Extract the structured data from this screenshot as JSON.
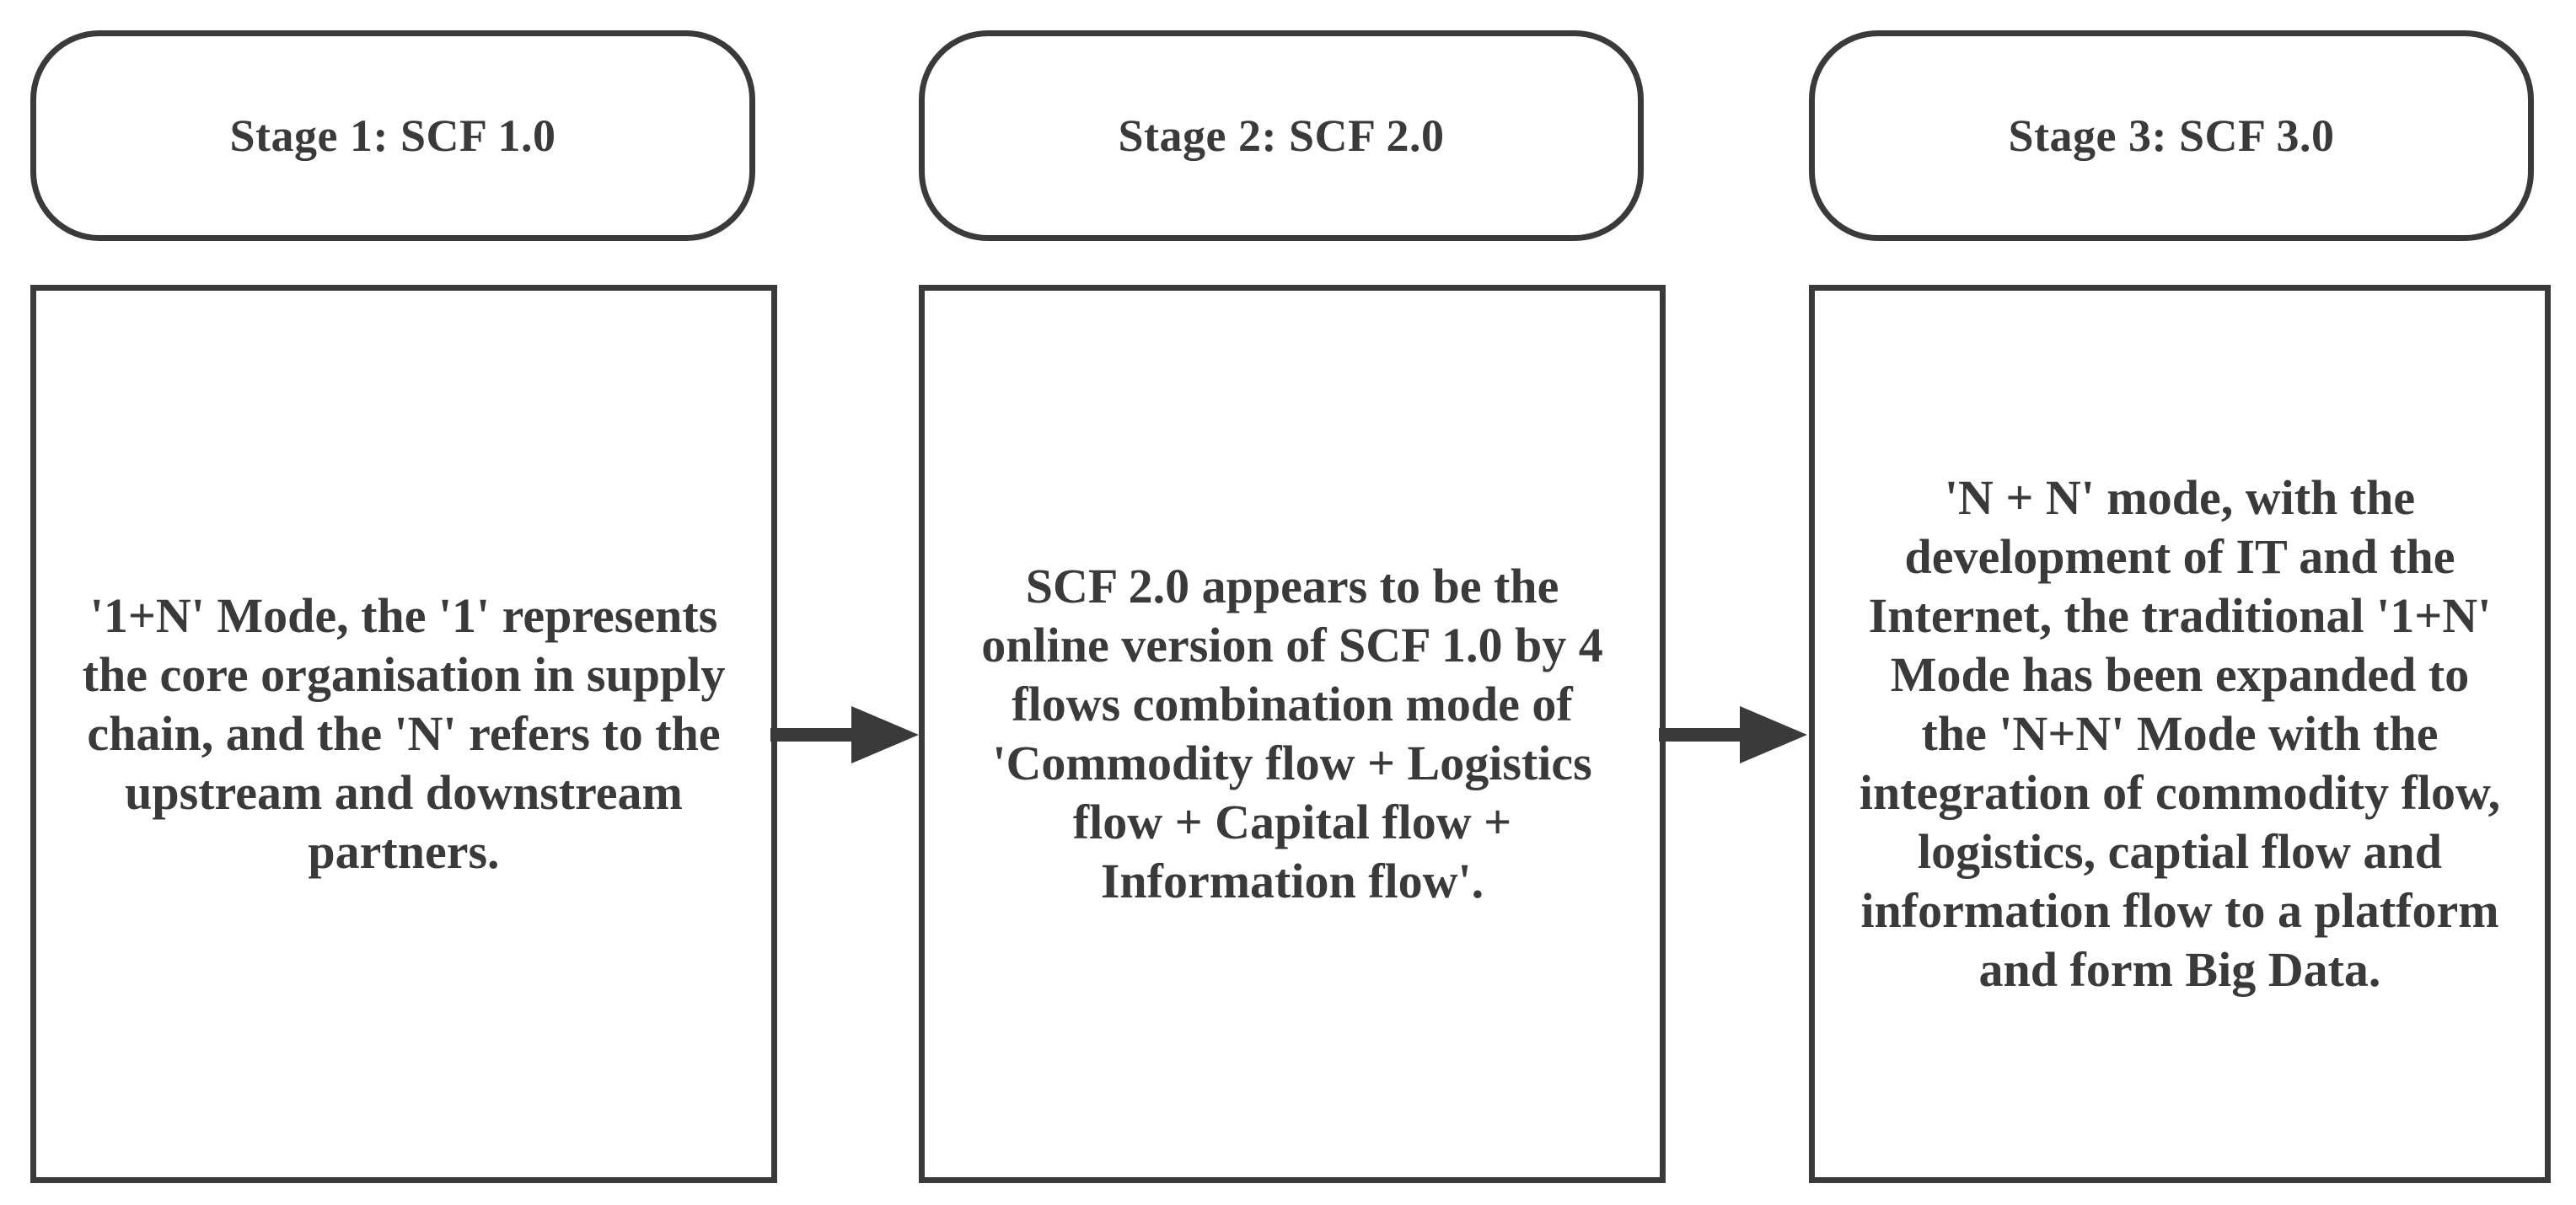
{
  "stages": [
    {
      "header": "Stage 1: SCF 1.0",
      "description": "'1+N' Mode, the '1' represents the core organisation in supply chain, and the 'N' refers to the upstream and downstream partners."
    },
    {
      "header": "Stage 2: SCF 2.0",
      "description": "SCF 2.0 appears to be the online version of SCF 1.0 by 4 flows combination mode of 'Commodity flow + Logistics flow + Capital flow + Information flow'."
    },
    {
      "header": "Stage 3: SCF 3.0",
      "description": "'N + N' mode, with the development of IT and the Internet, the traditional '1+N' Mode has been expanded to the 'N+N' Mode with the integration of commodity flow, logistics, captial flow and information flow to a platform and form Big Data."
    }
  ],
  "colors": {
    "stroke": "#3a3a3a",
    "background": "#ffffff",
    "text": "#3a3a3a"
  }
}
